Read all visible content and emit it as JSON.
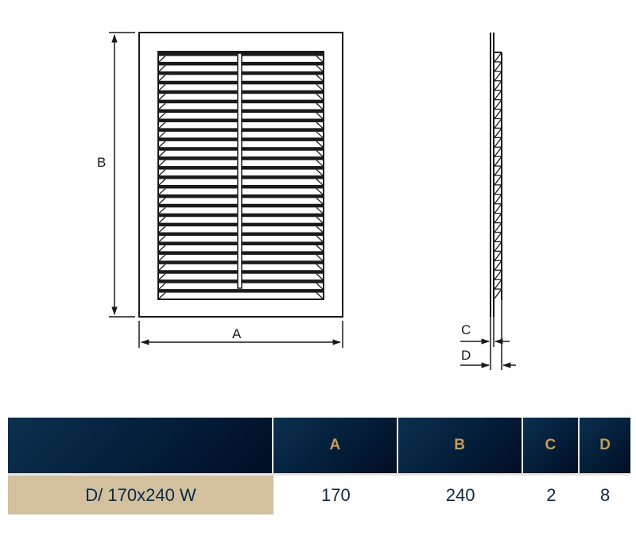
{
  "drawing": {
    "front_view": {
      "dimension_labels": {
        "width": "A",
        "height": "B"
      },
      "louver_rows": 26
    },
    "side_view": {
      "dimension_labels": {
        "frame_thickness": "C",
        "total_depth": "D"
      }
    }
  },
  "table": {
    "headers": [
      "",
      "A",
      "B",
      "C",
      "D"
    ],
    "rows": [
      {
        "model": "D/ 170x240  W",
        "A": "170",
        "B": "240",
        "C": "2",
        "D": "8"
      }
    ],
    "colors": {
      "header_bg": "#04213d",
      "header_text": "#c99a4f",
      "model_bg": "#d3c19d",
      "value_text": "#0b2a4a"
    }
  }
}
